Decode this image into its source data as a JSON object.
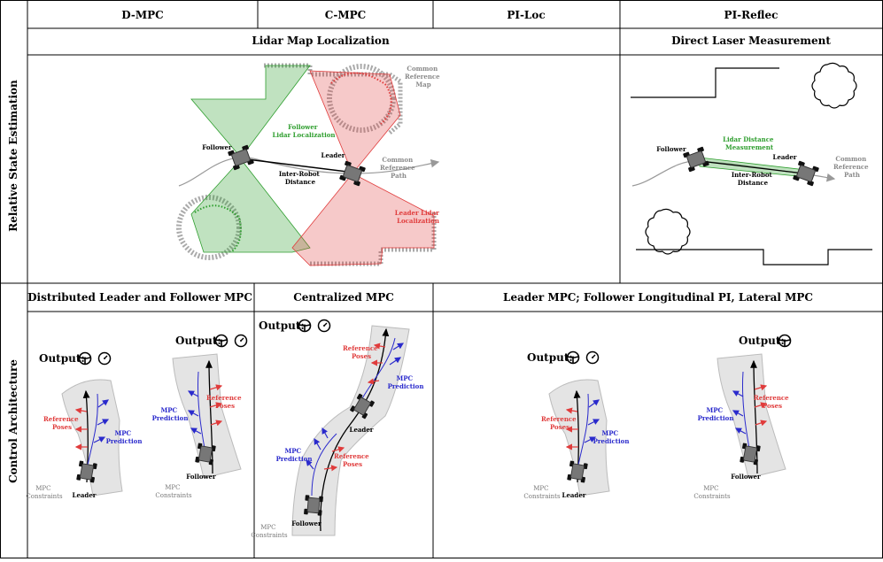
{
  "columns": [
    "D-MPC",
    "C-MPC",
    "PI-Loc",
    "PI-Reflec"
  ],
  "rows": [
    "Relative State Estimation",
    "Control Architecture"
  ],
  "estimation": {
    "lidar_map_title": "Lidar Map Localization",
    "direct_title": "Direct Laser Measurement",
    "follower": "Follower",
    "leader": "Leader",
    "follower_loc": [
      "Follower",
      "Lidar Localization"
    ],
    "leader_loc": [
      "Leader Lidar",
      "Localization"
    ],
    "inter_robot": [
      "Inter-Robot",
      "Distance"
    ],
    "common_map": [
      "Common",
      "Reference",
      "Map"
    ],
    "common_path": [
      "Common",
      "Reference",
      "Path"
    ],
    "lidar_distance": [
      "Lidar Distance",
      "Measurement"
    ]
  },
  "control": {
    "distributed_title": "Distributed Leader and Follower MPC",
    "centralized_title": "Centralized MPC",
    "pi_title": "Leader MPC;  Follower Longitudinal PI, Lateral MPC",
    "output": "Output:",
    "reference_poses": [
      "Reference",
      "Poses"
    ],
    "mpc_prediction": [
      "MPC",
      "Prediction"
    ],
    "mpc_constraints": [
      "MPC",
      "Constraints"
    ],
    "leader": "Leader",
    "follower": "Follower"
  },
  "colors": {
    "green": "#2e9e2e",
    "red": "#e03c3c",
    "blue": "#2a2acc",
    "gray": "#8a8a8a"
  }
}
